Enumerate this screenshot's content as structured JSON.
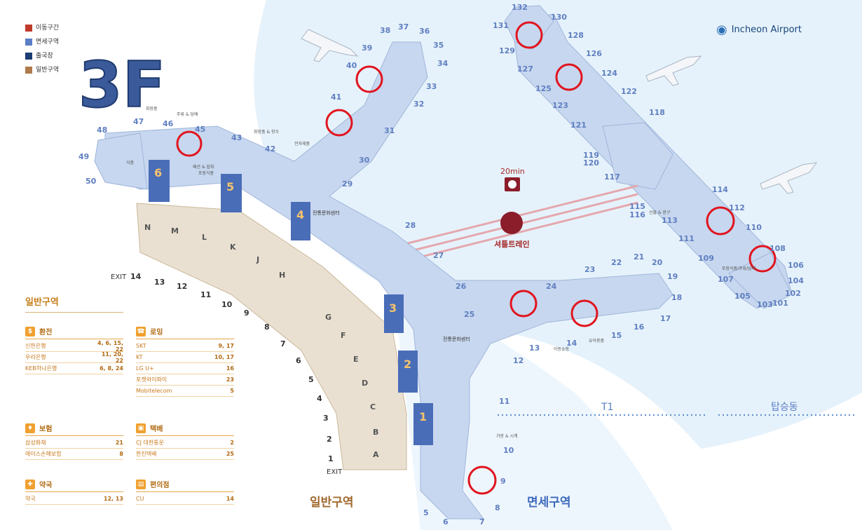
{
  "legend": [
    {
      "label": "이동구간",
      "color": "#c0392b"
    },
    {
      "label": "면세구역",
      "color": "#5b7fc7"
    },
    {
      "label": "출국장",
      "color": "#1c3d73"
    },
    {
      "label": "일반구역",
      "color": "#b07a4a"
    }
  ],
  "floor_label": "3F",
  "logo_text": "Incheon Airport",
  "shuttle": {
    "time": "20min",
    "label": "셔틀트레인"
  },
  "zones": {
    "t1": "T1",
    "boarding": "탑승동",
    "general": "일반구역",
    "dutyfree": "면세구역"
  },
  "exits": {
    "exit_top": "EXIT",
    "exit_bottom": "EXIT"
  },
  "culture_center": "전통문화센터",
  "gates_main": [
    {
      "n": "5"
    },
    {
      "n": "6"
    },
    {
      "n": "7"
    },
    {
      "n": "8"
    },
    {
      "n": "9"
    },
    {
      "n": "10"
    },
    {
      "n": "11"
    },
    {
      "n": "12"
    },
    {
      "n": "13"
    },
    {
      "n": "14"
    },
    {
      "n": "15"
    },
    {
      "n": "16"
    },
    {
      "n": "17"
    },
    {
      "n": "18"
    },
    {
      "n": "19"
    },
    {
      "n": "20"
    },
    {
      "n": "21"
    },
    {
      "n": "22"
    },
    {
      "n": "23"
    },
    {
      "n": "24"
    },
    {
      "n": "25"
    },
    {
      "n": "26"
    },
    {
      "n": "27"
    },
    {
      "n": "28"
    },
    {
      "n": "29"
    },
    {
      "n": "30"
    },
    {
      "n": "31"
    },
    {
      "n": "32"
    },
    {
      "n": "33"
    },
    {
      "n": "34"
    },
    {
      "n": "35"
    },
    {
      "n": "36"
    },
    {
      "n": "37"
    },
    {
      "n": "38"
    },
    {
      "n": "39"
    },
    {
      "n": "40"
    },
    {
      "n": "41"
    },
    {
      "n": "42"
    },
    {
      "n": "43"
    },
    {
      "n": "45"
    },
    {
      "n": "46"
    },
    {
      "n": "47"
    },
    {
      "n": "48"
    },
    {
      "n": "49"
    },
    {
      "n": "50"
    }
  ],
  "gates_concourse": [
    {
      "n": "101"
    },
    {
      "n": "102"
    },
    {
      "n": "103"
    },
    {
      "n": "104"
    },
    {
      "n": "105"
    },
    {
      "n": "106"
    },
    {
      "n": "107"
    },
    {
      "n": "108"
    },
    {
      "n": "109"
    },
    {
      "n": "110"
    },
    {
      "n": "111"
    },
    {
      "n": "112"
    },
    {
      "n": "113"
    },
    {
      "n": "114"
    },
    {
      "n": "115"
    },
    {
      "n": "116"
    },
    {
      "n": "117"
    },
    {
      "n": "118"
    },
    {
      "n": "119"
    },
    {
      "n": "120"
    },
    {
      "n": "121"
    },
    {
      "n": "122"
    },
    {
      "n": "123"
    },
    {
      "n": "124"
    },
    {
      "n": "125"
    },
    {
      "n": "126"
    },
    {
      "n": "127"
    },
    {
      "n": "128"
    },
    {
      "n": "129"
    },
    {
      "n": "130"
    },
    {
      "n": "131"
    },
    {
      "n": "132"
    }
  ],
  "checkin_rows": [
    "A",
    "B",
    "C",
    "D",
    "E",
    "F",
    "G",
    "H",
    "J",
    "K",
    "L",
    "M",
    "N"
  ],
  "entrances": [
    "1",
    "2",
    "3",
    "4",
    "5",
    "6",
    "7",
    "8",
    "9",
    "10",
    "11",
    "12",
    "13",
    "14"
  ],
  "departure_halls": [
    "1",
    "2",
    "3",
    "4",
    "5",
    "6"
  ],
  "map_notes": [
    {
      "t": "화장품"
    },
    {
      "t": "주류 & 담배"
    },
    {
      "t": "식품"
    },
    {
      "t": "화장품 & 향수"
    },
    {
      "t": "패션 & 잡화"
    },
    {
      "t": "포장식품"
    },
    {
      "t": "전자제품"
    },
    {
      "t": "아동쇼핑"
    },
    {
      "t": "가방 & 시계"
    },
    {
      "t": "유아용품"
    },
    {
      "t": "선물 & 완구"
    },
    {
      "t": "포장식품/주류/담배"
    }
  ],
  "services_title": "일반구역",
  "cards": {
    "exchange": {
      "title": "환전",
      "rows": [
        {
          "name": "신한은행",
          "color": "#2a6db5",
          "value": "4, 6, 15, 22"
        },
        {
          "name": "우리은행",
          "color": "#1b9ad6",
          "value": "11, 20, 22"
        },
        {
          "name": "KEB하나은행",
          "color": "#009688",
          "value": "6, 8, 24"
        }
      ]
    },
    "roaming": {
      "title": "로밍",
      "rows": [
        {
          "name": "SKT",
          "color": "#e2241b",
          "value": "9, 17"
        },
        {
          "name": "KT",
          "color": "#333333",
          "value": "10, 17"
        },
        {
          "name": "LG U+",
          "color": "#c2185b",
          "value": "16"
        },
        {
          "name": "포켓와이파이",
          "color": "#1565c0",
          "value": "23"
        },
        {
          "name": "Mobitelecom",
          "color": "#c62828",
          "value": "5"
        }
      ]
    },
    "insurance": {
      "title": "보험",
      "rows": [
        {
          "name": "삼성화재",
          "color": "#1a4aa0",
          "value": "21"
        },
        {
          "name": "에이스손해보험",
          "color": "#333333",
          "value": "8"
        }
      ]
    },
    "delivery": {
      "title": "택배",
      "rows": [
        {
          "name": "CJ 대한통운",
          "color": "#e53935",
          "value": "2"
        },
        {
          "name": "한진택배",
          "color": "#1e88e5",
          "value": "25"
        }
      ]
    },
    "pharmacy": {
      "title": "약국",
      "rows": [
        {
          "name": "약국",
          "color": "#ffffff",
          "value": "12, 13"
        }
      ]
    },
    "store": {
      "title": "편의점",
      "rows": [
        {
          "name": "CU",
          "color": "#6a3d8f",
          "value": "14"
        }
      ]
    }
  }
}
